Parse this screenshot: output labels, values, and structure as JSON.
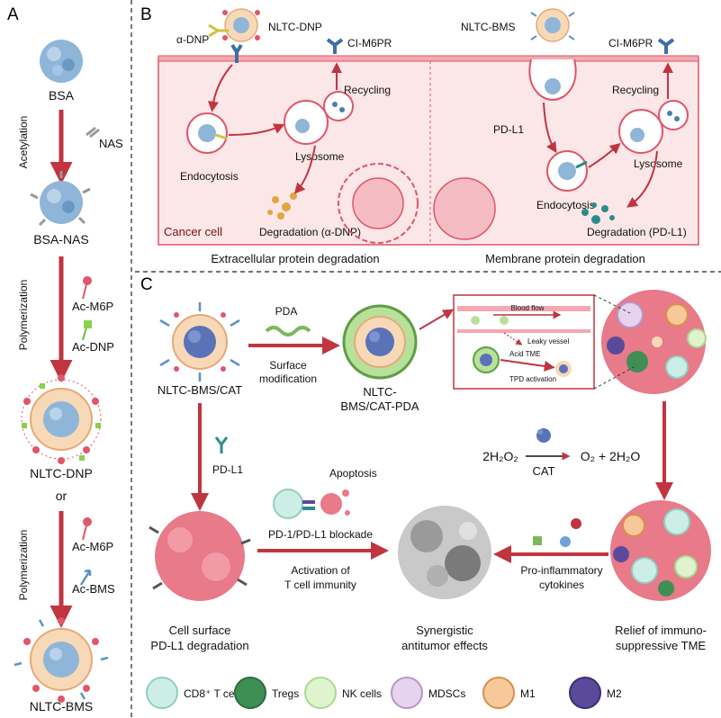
{
  "panel_a": {
    "letter": "A",
    "bsa": "BSA",
    "acetylation": "Acetylation",
    "nas": "NAS",
    "bsa_nas": "BSA-NAS",
    "polymerization_1": "Polymerization",
    "ac_m6p_1": "Ac-M6P",
    "ac_dnp": "Ac-DNP",
    "nltc_dnp": "NLTC-DNP",
    "or": "or",
    "polymerization_2": "Polymerization",
    "ac_m6p_2": "Ac-M6P",
    "ac_bms": "Ac-BMS",
    "nltc_bms": "NLTC-BMS"
  },
  "panel_b": {
    "letter": "B",
    "alpha_dnp": "α-DNP",
    "nltc_dnp": "NLTC-DNP",
    "ci_m6pr_left": "CI-M6PR",
    "recycling_left": "Recycling",
    "lysosome_left": "Lysosome",
    "endocytosis_left": "Endocytosis",
    "degradation_left": "Degradation (α-DNP)",
    "cancer_cell": "Cancer cell",
    "caption_left": "Extracellular protein degradation",
    "nltc_bms": "NLTC-BMS",
    "ci_m6pr_right": "CI-M6PR",
    "recycling_right": "Recycling",
    "pd_l1": "PD-L1",
    "lysosome_right": "Lysosome",
    "endocytosis_right": "Endocytosis",
    "degradation_right": "Degradation (PD-L1)",
    "caption_right": "Membrane protein degradation"
  },
  "panel_c": {
    "letter": "C",
    "pda": "PDA",
    "surface_mod_1": "Surface",
    "surface_mod_2": "modification",
    "nltc_bms_cat": "NLTC-BMS/CAT",
    "nltc_pda_1": "NLTC-",
    "nltc_pda_2": "BMS/CAT-PDA",
    "blood_flow": "Blood flow",
    "leaky_vessel": "Leaky vessel",
    "acid_tme": "Acid TME",
    "tpd_activation": "TPD activation",
    "pd_l1": "PD-L1",
    "apoptosis": "Apoptosis",
    "blockade": "PD-1/PD-L1 blockade",
    "activation_1": "Activation of",
    "activation_2": "T cell immunity",
    "eq_h2o2": "2H₂O₂",
    "eq_products": "O₂ + 2H₂O",
    "cat": "CAT",
    "pro_inflam_1": "Pro-inflammatory",
    "pro_inflam_2": "cytokines",
    "cell_surface_1": "Cell surface",
    "cell_surface_2": "PD-L1 degradation",
    "synergistic_1": "Synergistic",
    "synergistic_2": "antitumor effects",
    "relief_1": "Relief of immuno-",
    "relief_2": "suppressive TME"
  },
  "legend": [
    {
      "label": "CD8⁺ T cells",
      "color": "#cdeee6",
      "edge": "#8fcfc1"
    },
    {
      "label": "Tregs",
      "color": "#3f8f55",
      "edge": "#2b6b3d"
    },
    {
      "label": "NK cells",
      "color": "#dff3cf",
      "edge": "#a9d98f"
    },
    {
      "label": "MDSCs",
      "color": "#e6d3ee",
      "edge": "#b795c8"
    },
    {
      "label": "M1",
      "color": "#f6c89a",
      "edge": "#d98e4b"
    },
    {
      "label": "M2",
      "color": "#5b4a9c",
      "edge": "#3b2f72"
    }
  ],
  "colors": {
    "arrow": "#c0353f",
    "cell_bg": "#fbe6e8",
    "membrane": "#e05565",
    "vesicle": "#f7d9b8",
    "bsa": "#8fb6d8",
    "tumor": "#e87a8a",
    "divider": "#222222"
  }
}
